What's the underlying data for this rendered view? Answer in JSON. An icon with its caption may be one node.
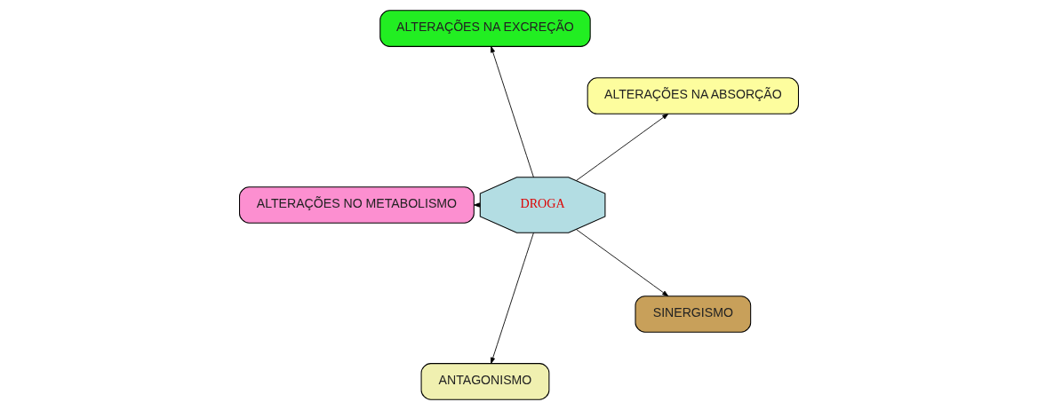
{
  "diagram": {
    "nodes": [
      {
        "text": [
          "ALTERAÇÕES NA ABSORÇÃO"
        ]
      },
      {
        "text": [
          "ALTERAÇÕES NA EXCREÇÃO"
        ]
      },
      {
        "text": [
          "DROGA"
        ]
      },
      {
        "text": [
          "ALTERAÇÕES NO METABOLISMO"
        ]
      },
      {
        "text": [
          "ANTAGONISMO"
        ]
      },
      {
        "text": [
          "SINERGISMO"
        ]
      }
    ],
    "edges": [
      {
        "from": 2,
        "to": 0,
        "arrow": "to"
      },
      {
        "from": 2,
        "to": 1,
        "arrow": "to"
      },
      {
        "from": 2,
        "to": 3,
        "arrow": "to"
      },
      {
        "from": 2,
        "to": 5,
        "arrow": "to"
      },
      {
        "from": 2,
        "to": 4,
        "arrow": "to"
      }
    ]
  }
}
